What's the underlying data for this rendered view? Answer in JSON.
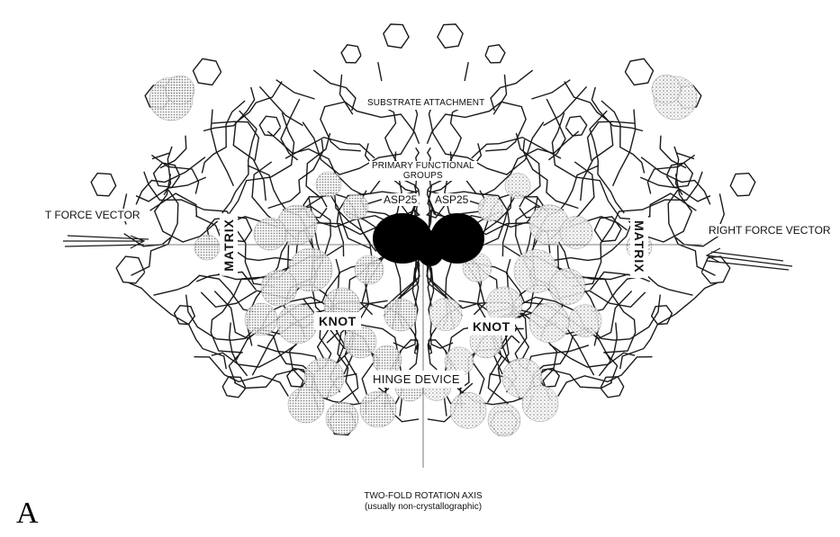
{
  "panel_letter": "A",
  "labels": {
    "substrate": "SUBSTRATE ATTACHMENT",
    "primary_line1": "PRIMARY FUNCTIONAL",
    "primary_line2": "GROUPS",
    "asp_left": "ASP25",
    "asp_right": "ASP25",
    "left_force": "T FORCE VECTOR",
    "right_force": "RIGHT FORCE VECTOR",
    "matrix_left": "MATRIX",
    "matrix_right": "MATRIX",
    "knot_left": "KNOT",
    "knot_right": "KNOT",
    "hinge": "HINGE DEVICE",
    "axis_line1": "TWO-FOLD ROTATION AXIS",
    "axis_line2": "(usually non-crystallographic)"
  },
  "colors": {
    "ink": "#111111",
    "stipple": "#9a9a9a",
    "background": "#ffffff"
  }
}
